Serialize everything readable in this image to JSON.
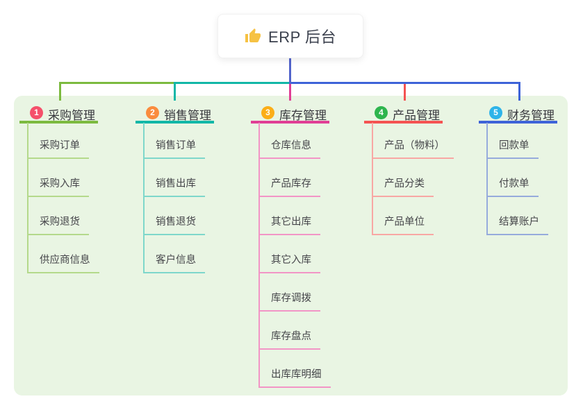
{
  "root": {
    "label": "ERP 后台",
    "icon": "thumbs-up-icon"
  },
  "branches": [
    {
      "index": "1",
      "title": "采购管理",
      "badge_color": "#f5506b",
      "line_color": "#7cba3f",
      "child_line_color": "#b4d98b",
      "children": [
        "采购订单",
        "采购入库",
        "采购退货",
        "供应商信息"
      ]
    },
    {
      "index": "2",
      "title": "销售管理",
      "badge_color": "#fa8c3e",
      "line_color": "#12b7a7",
      "child_line_color": "#7ed7cb",
      "children": [
        "销售订单",
        "销售出库",
        "销售退货",
        "客户信息"
      ]
    },
    {
      "index": "3",
      "title": "库存管理",
      "badge_color": "#fbae17",
      "line_color": "#e03e95",
      "child_line_color": "#f295c6",
      "children": [
        "仓库信息",
        "产品库存",
        "其它出库",
        "其它入库",
        "库存调拨",
        "库存盘点",
        "出库库明细"
      ]
    },
    {
      "index": "4",
      "title": "产品管理",
      "badge_color": "#2eb54e",
      "line_color": "#f45352",
      "child_line_color": "#f8a7a4",
      "children": [
        "产品（物料）",
        "产品分类",
        "产品单位"
      ]
    },
    {
      "index": "5",
      "title": "财务管理",
      "badge_color": "#2eb4e9",
      "line_color": "#3e63d8",
      "child_line_color": "#96abdc",
      "children": [
        "回款单",
        "付款单",
        "结算账户"
      ]
    }
  ],
  "colors": {
    "root_line": "#5264cb",
    "background_panel": "#e9f5e3",
    "thumb_icon": "#f6c244",
    "title_text": "#37373d",
    "child_text": "#45454a"
  }
}
